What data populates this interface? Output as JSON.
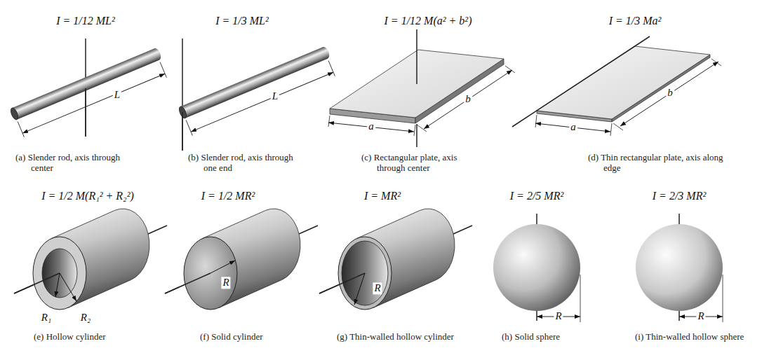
{
  "diagram": {
    "labels": [
      "I = 1/12 ML²",
      "L",
      "(a) Slender rod, axis through center",
      "I = 1/3 ML²",
      "L",
      "(b) Slender rod, axis through one end",
      "I = 1/12 M(a² + b²)",
      "a",
      "b",
      "(c) Rectangular plate, axis through center",
      "I = 1/3 Ma²",
      "a",
      "b",
      "(d) Thin rectangular plate, axis along edge",
      "I = 1/2 M(R₁² + R₂²)",
      "R₁",
      "R₂",
      "(e) Hollow cylinder",
      "I = 1/2 MR²",
      "R",
      "(f) Solid cylinder",
      "I = MR²",
      "R",
      "(g) Thin-walled hollow cylinder",
      "I = 2/5 MR²",
      "R",
      "(h) Solid sphere",
      "I = 2/3 MR²",
      "R",
      "(i) Thin-walled hollow sphere"
    ]
  }
}
